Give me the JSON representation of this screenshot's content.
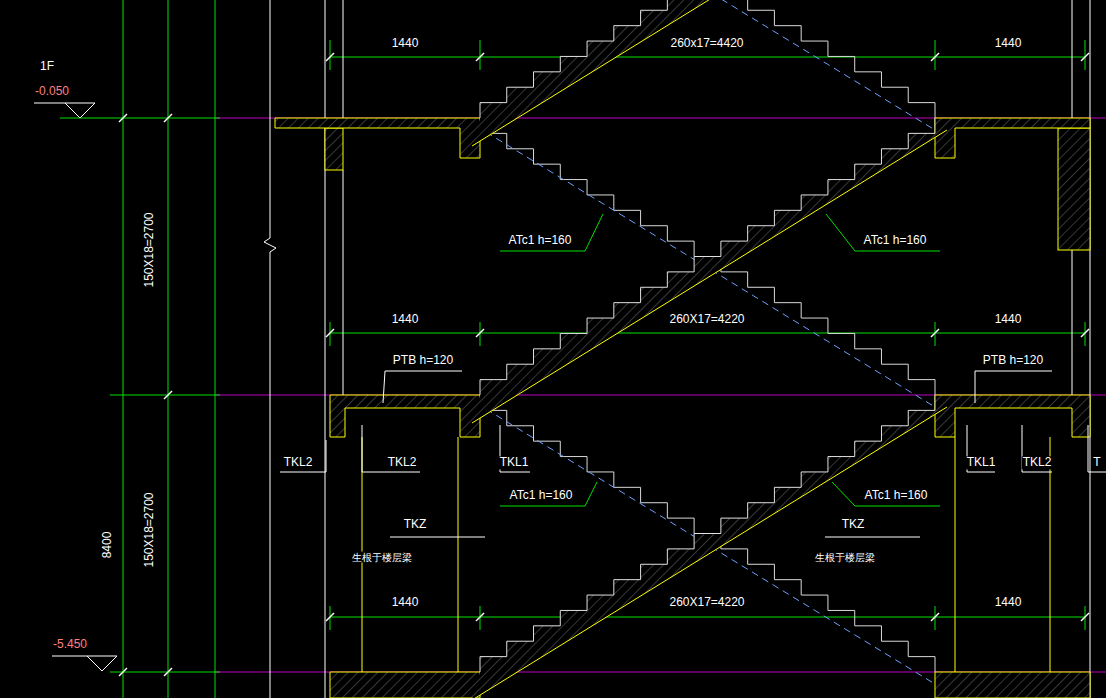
{
  "diagram": {
    "labels": [
      "1F",
      "-0.050",
      "150X18=2700",
      "1440",
      "260x17=4420",
      "1440",
      "ATc1 h=160",
      "ATc1 h=160",
      "1440",
      "260X17=4220",
      "1440",
      "PTB h=120",
      "PTB h=120",
      "150X18=2700",
      "TKL2",
      "TKL2",
      "TKL1",
      "TKL1",
      "TKL2",
      "T",
      "ATc1 h=160",
      "ATc1 h=160",
      "TKZ",
      "TKZ",
      "生根于楼层梁",
      "生根于楼层梁",
      "8400",
      "1440",
      "260X17=4220",
      "1440",
      "-5.450"
    ]
  }
}
